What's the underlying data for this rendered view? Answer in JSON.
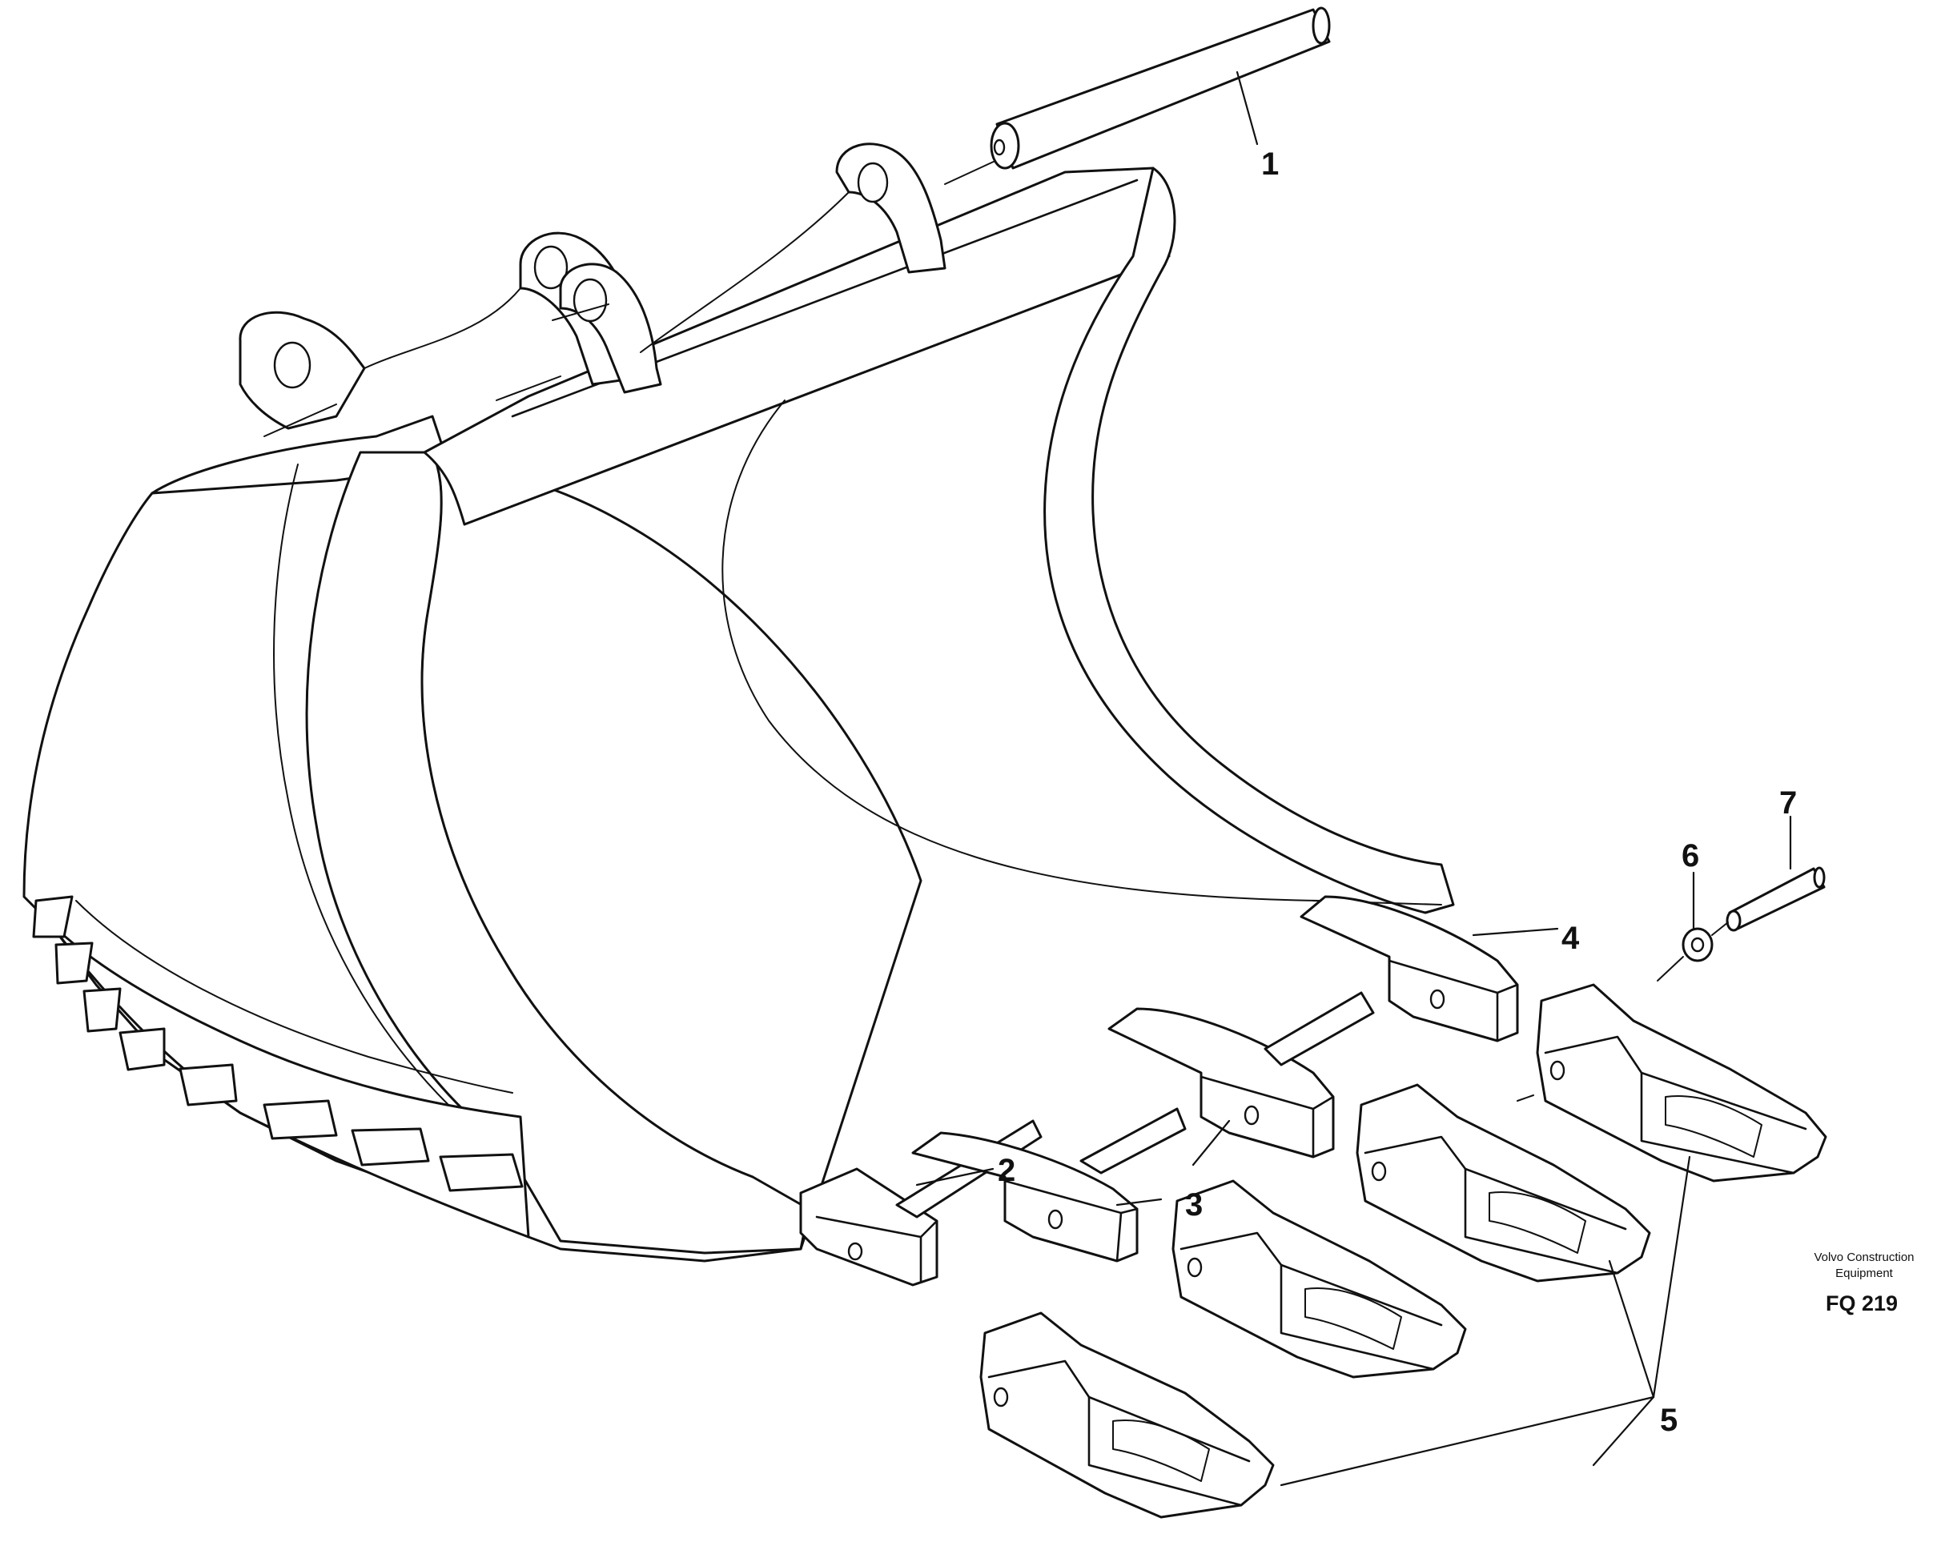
{
  "figure": {
    "callouts": {
      "pin": "1",
      "adapter_left": "2",
      "adapter_middle": "3",
      "adapter_right": "4",
      "tooth": "5",
      "lock_washer": "6",
      "lock_pin": "7"
    },
    "publisher_line1": "Volvo Construction",
    "publisher_line2": "Equipment",
    "figure_code": "FQ 219"
  }
}
